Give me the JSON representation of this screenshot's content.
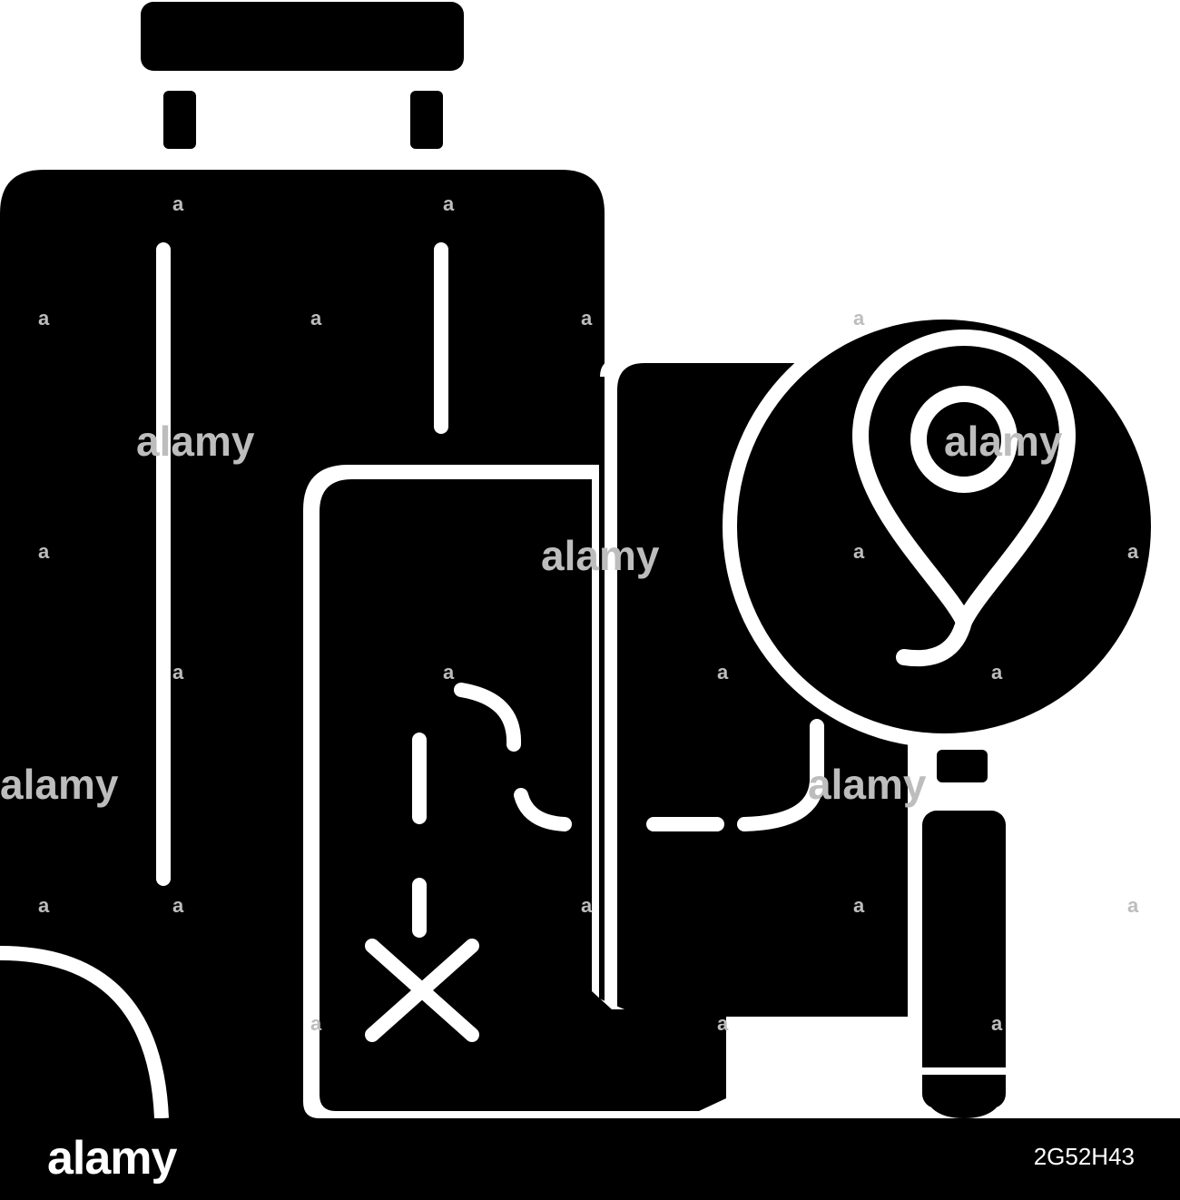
{
  "image": {
    "subject": "travel-glyph-icon",
    "colors": {
      "foreground": "#000000",
      "background": "#ffffff",
      "watermark": "#bdbdbd"
    }
  },
  "watermark": {
    "text": "alamy",
    "mark": "a"
  },
  "footer": {
    "logo": "alamy",
    "image_id": "2G52H43"
  }
}
